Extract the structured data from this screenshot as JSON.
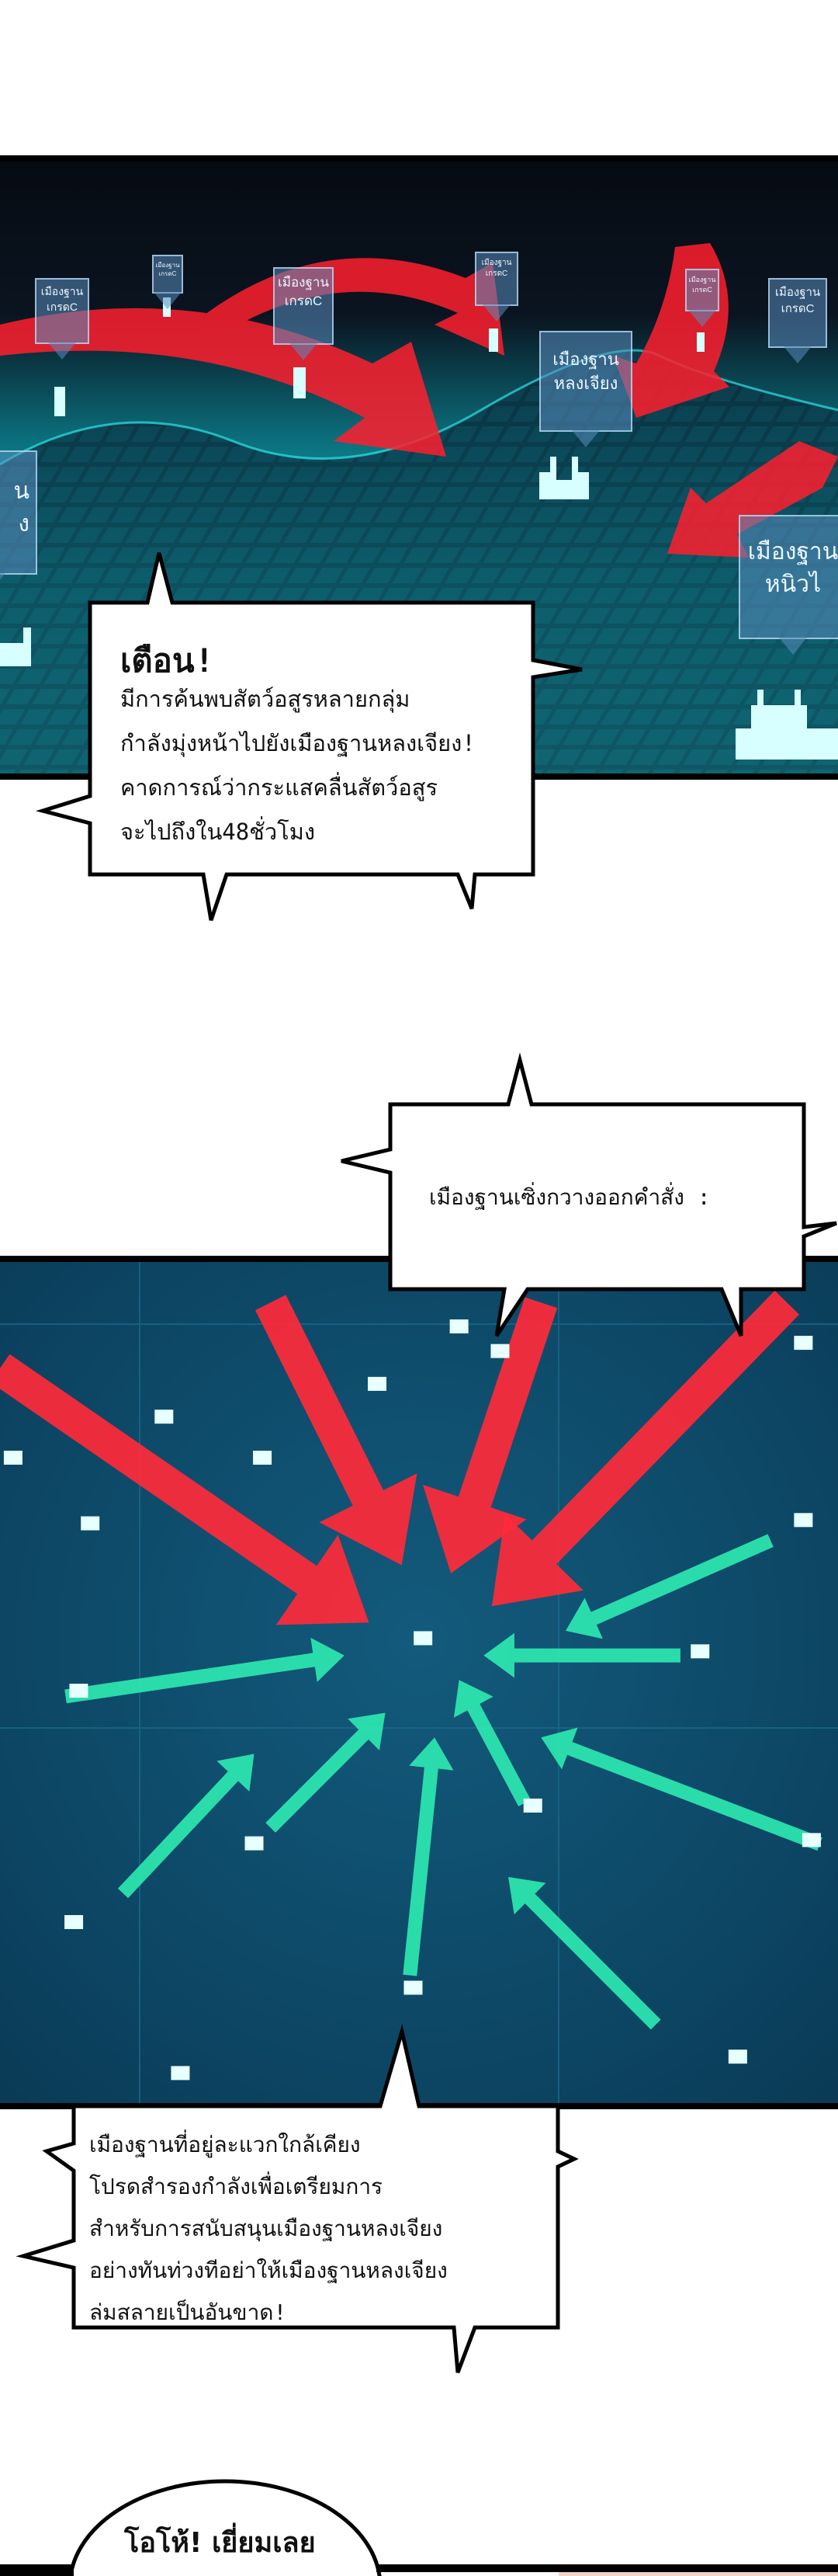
{
  "panel1": {
    "markers": [
      {
        "line1": "เมืองฐาน",
        "line2": "เกรดC"
      },
      {
        "line1": "เมืองฐาน",
        "line2": "เกรดC"
      },
      {
        "line1": "เมืองฐาน",
        "line2": "เกรดC"
      },
      {
        "line1": "เมืองฐาน",
        "line2": "เกรดC"
      },
      {
        "line1": "เมืองฐาน",
        "line2": "เกรดC"
      },
      {
        "line1": "เมืองฐาน",
        "line2": "เกรดC"
      },
      {
        "line1": "เมืองฐาน",
        "line2": "หลงเจียง"
      },
      {
        "line1": "เมืองฐาน",
        "line2": "หนิวไ"
      },
      {
        "line1": "น",
        "line2": "ง"
      }
    ]
  },
  "bubble_warning": {
    "title": "เตือน!",
    "lines": [
      "มีการค้นพบสัตว์อสูรหลายกลุ่ม",
      "กำลังมุ่งหน้าไปยังเมืองฐานหลงเจียง!",
      "คาดการณ์ว่ากระแสคลื่นสัตว์อสูร",
      "จะไปถึงใน48ชั่วโมง"
    ]
  },
  "bubble_order": {
    "text": "เมืองฐานเซิ่งกวางออกคำสั่ง :"
  },
  "bubble_notice": {
    "lines": [
      "เมืองฐานที่อยู่ละแวกใกล้เคียง",
      "โปรดสำรองกำลังเพื่อเตรียมการ",
      "สำหรับการสนับสนุนเมืองฐานหลงเจียง",
      "อย่างทันท่วงทีอย่าให้เมืองฐานหลงเจียง",
      "ล่มสลายเป็นอันขาด!"
    ]
  },
  "bubble_wow": {
    "text": "โอโห้! เยี่ยมเลย"
  },
  "colors": {
    "threat_arrow": "#ff2a3a",
    "support_arrow": "#2de8b0",
    "grid": "#19e6ea",
    "map_bg": "#0e4d6e"
  }
}
